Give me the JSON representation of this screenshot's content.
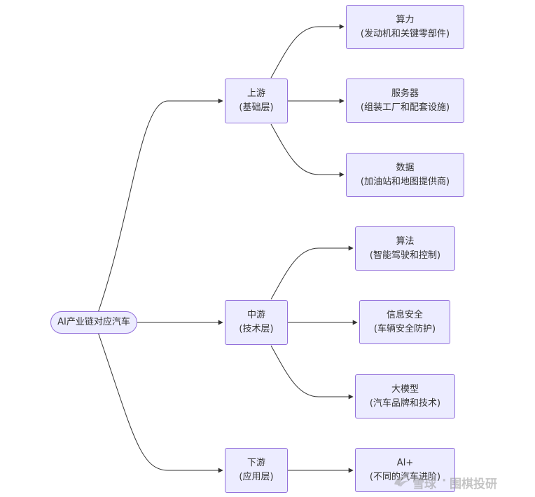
{
  "root": {
    "label": "AI产业链对应汽车"
  },
  "layers": [
    {
      "title": "上游",
      "subtitle": "(基础层)",
      "children": [
        {
          "title": "算力",
          "subtitle": "(发动机和关键零部件)"
        },
        {
          "title": "服务器",
          "subtitle": "(组装工厂和配套设施)"
        },
        {
          "title": "数据",
          "subtitle": "(加油站和地图提供商)"
        }
      ]
    },
    {
      "title": "中游",
      "subtitle": "(技术层)",
      "children": [
        {
          "title": "算法",
          "subtitle": "(智能驾驶和控制)"
        },
        {
          "title": "信息安全",
          "subtitle": "(车辆安全防护)"
        },
        {
          "title": "大模型",
          "subtitle": "(汽车品牌和技术)"
        }
      ]
    },
    {
      "title": "下游",
      "subtitle": "(应用层)",
      "children": [
        {
          "title": "AI+",
          "subtitle": "(不同的汽车进阶)"
        }
      ]
    }
  ],
  "watermark": {
    "part1": "雪球",
    "part2": "围棋投研"
  },
  "colors": {
    "node_fill": "#ECECFF",
    "node_border": "#9370DB",
    "edge": "#333333"
  }
}
